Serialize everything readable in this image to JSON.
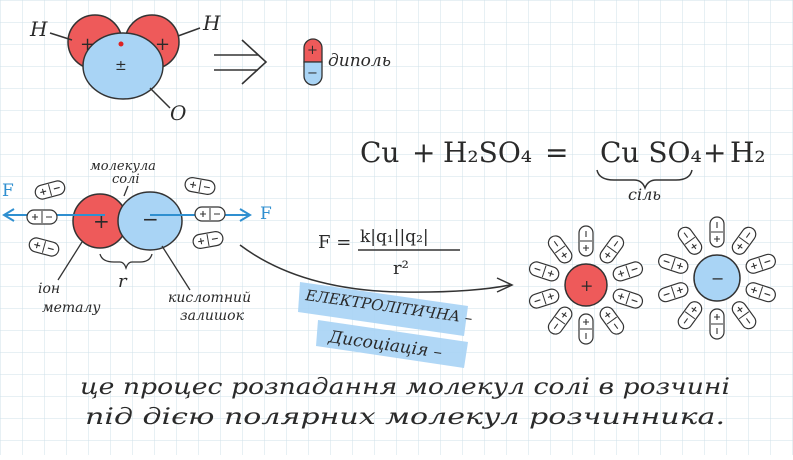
{
  "water": {
    "h_left": "H",
    "h_right": "H",
    "plus_left": "+",
    "plus_right": "+",
    "o_label": "O",
    "center_charge": "±"
  },
  "dipole": {
    "plus": "+",
    "minus": "−",
    "label": "диполь"
  },
  "equation": {
    "text": "Cu + H₂SO₄ = Cu SO₄ + H₂",
    "cu": "Cu",
    "plus1": "+",
    "h2so4": "H₂SO₄",
    "equals": "=",
    "cuso4": "Cu SO₄",
    "plus2": "+",
    "h2": "H₂",
    "salt_label": "сіль"
  },
  "salt_molecule": {
    "caption": "молекула солі",
    "caption_line1": "молекула",
    "caption_line2": "солі",
    "force_left": "F",
    "force_right": "F",
    "cation_sign": "+",
    "anion_sign": "−",
    "distance": "r",
    "metal_ion_line1": "іон",
    "metal_ion_line2": "металу",
    "acid_residue_line1": "кислотний",
    "acid_residue_line2": "залишок"
  },
  "coulomb": {
    "numerator": "k|q₁||q₂|",
    "denominator": "r²",
    "lhs": "F ="
  },
  "dissociation": {
    "line1": "ЕЛЕКТРОЛІТИЧНА –",
    "line2": "Дисоціація –"
  },
  "ions": {
    "cation_sign": "+",
    "anion_sign": "−"
  },
  "definition": {
    "line1": "це процес розпадання молекул солі в розчині",
    "line2": "під дією полярних молекул розчинника."
  },
  "colors": {
    "grid": "#cfe0ea",
    "red": "#ee5a5a",
    "blue": "#a9d4f5",
    "highlight": "#a7d3f5",
    "arrow": "#2f8fd0",
    "ink": "#2a2a2a"
  }
}
